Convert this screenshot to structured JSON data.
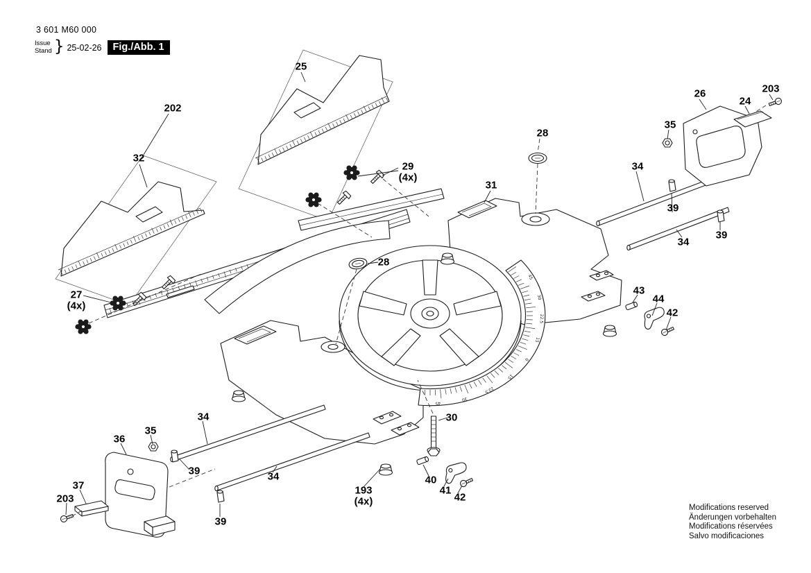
{
  "header": {
    "document_number": "3 601 M60 000",
    "issue_label": "Issue",
    "stand_label": "Stand",
    "brace": "}",
    "issue_date": "25-02-26",
    "figure_label": "Fig./Abb. 1"
  },
  "figure": {
    "scale_labels": [
      "45",
      "30",
      "22.5",
      "15",
      "0",
      "15",
      "22.5",
      "30",
      "45"
    ]
  },
  "callouts": [
    {
      "label": "202"
    },
    {
      "label": "32"
    },
    {
      "label": "25"
    },
    {
      "label": "29",
      "qty": "(4x)"
    },
    {
      "label": "28"
    },
    {
      "label": "31"
    },
    {
      "label": "26"
    },
    {
      "label": "24"
    },
    {
      "label": "203"
    },
    {
      "label": "35"
    },
    {
      "label": "34"
    },
    {
      "label": "39"
    },
    {
      "label": "34"
    },
    {
      "label": "39"
    },
    {
      "label": "28"
    },
    {
      "label": "27",
      "qty": "(4x)"
    },
    {
      "label": "43"
    },
    {
      "label": "44"
    },
    {
      "label": "42"
    },
    {
      "label": "30"
    },
    {
      "label": "34"
    },
    {
      "label": "35"
    },
    {
      "label": "36"
    },
    {
      "label": "37"
    },
    {
      "label": "203"
    },
    {
      "label": "39"
    },
    {
      "label": "34"
    },
    {
      "label": "39"
    },
    {
      "label": "193",
      "qty": "(4x)"
    },
    {
      "label": "40"
    },
    {
      "label": "41"
    },
    {
      "label": "42"
    }
  ],
  "footer": {
    "lines": [
      "Modifications reserved",
      "Änderungen vorbehalten",
      "Modifications réservées",
      "Salvo modificaciones"
    ]
  }
}
